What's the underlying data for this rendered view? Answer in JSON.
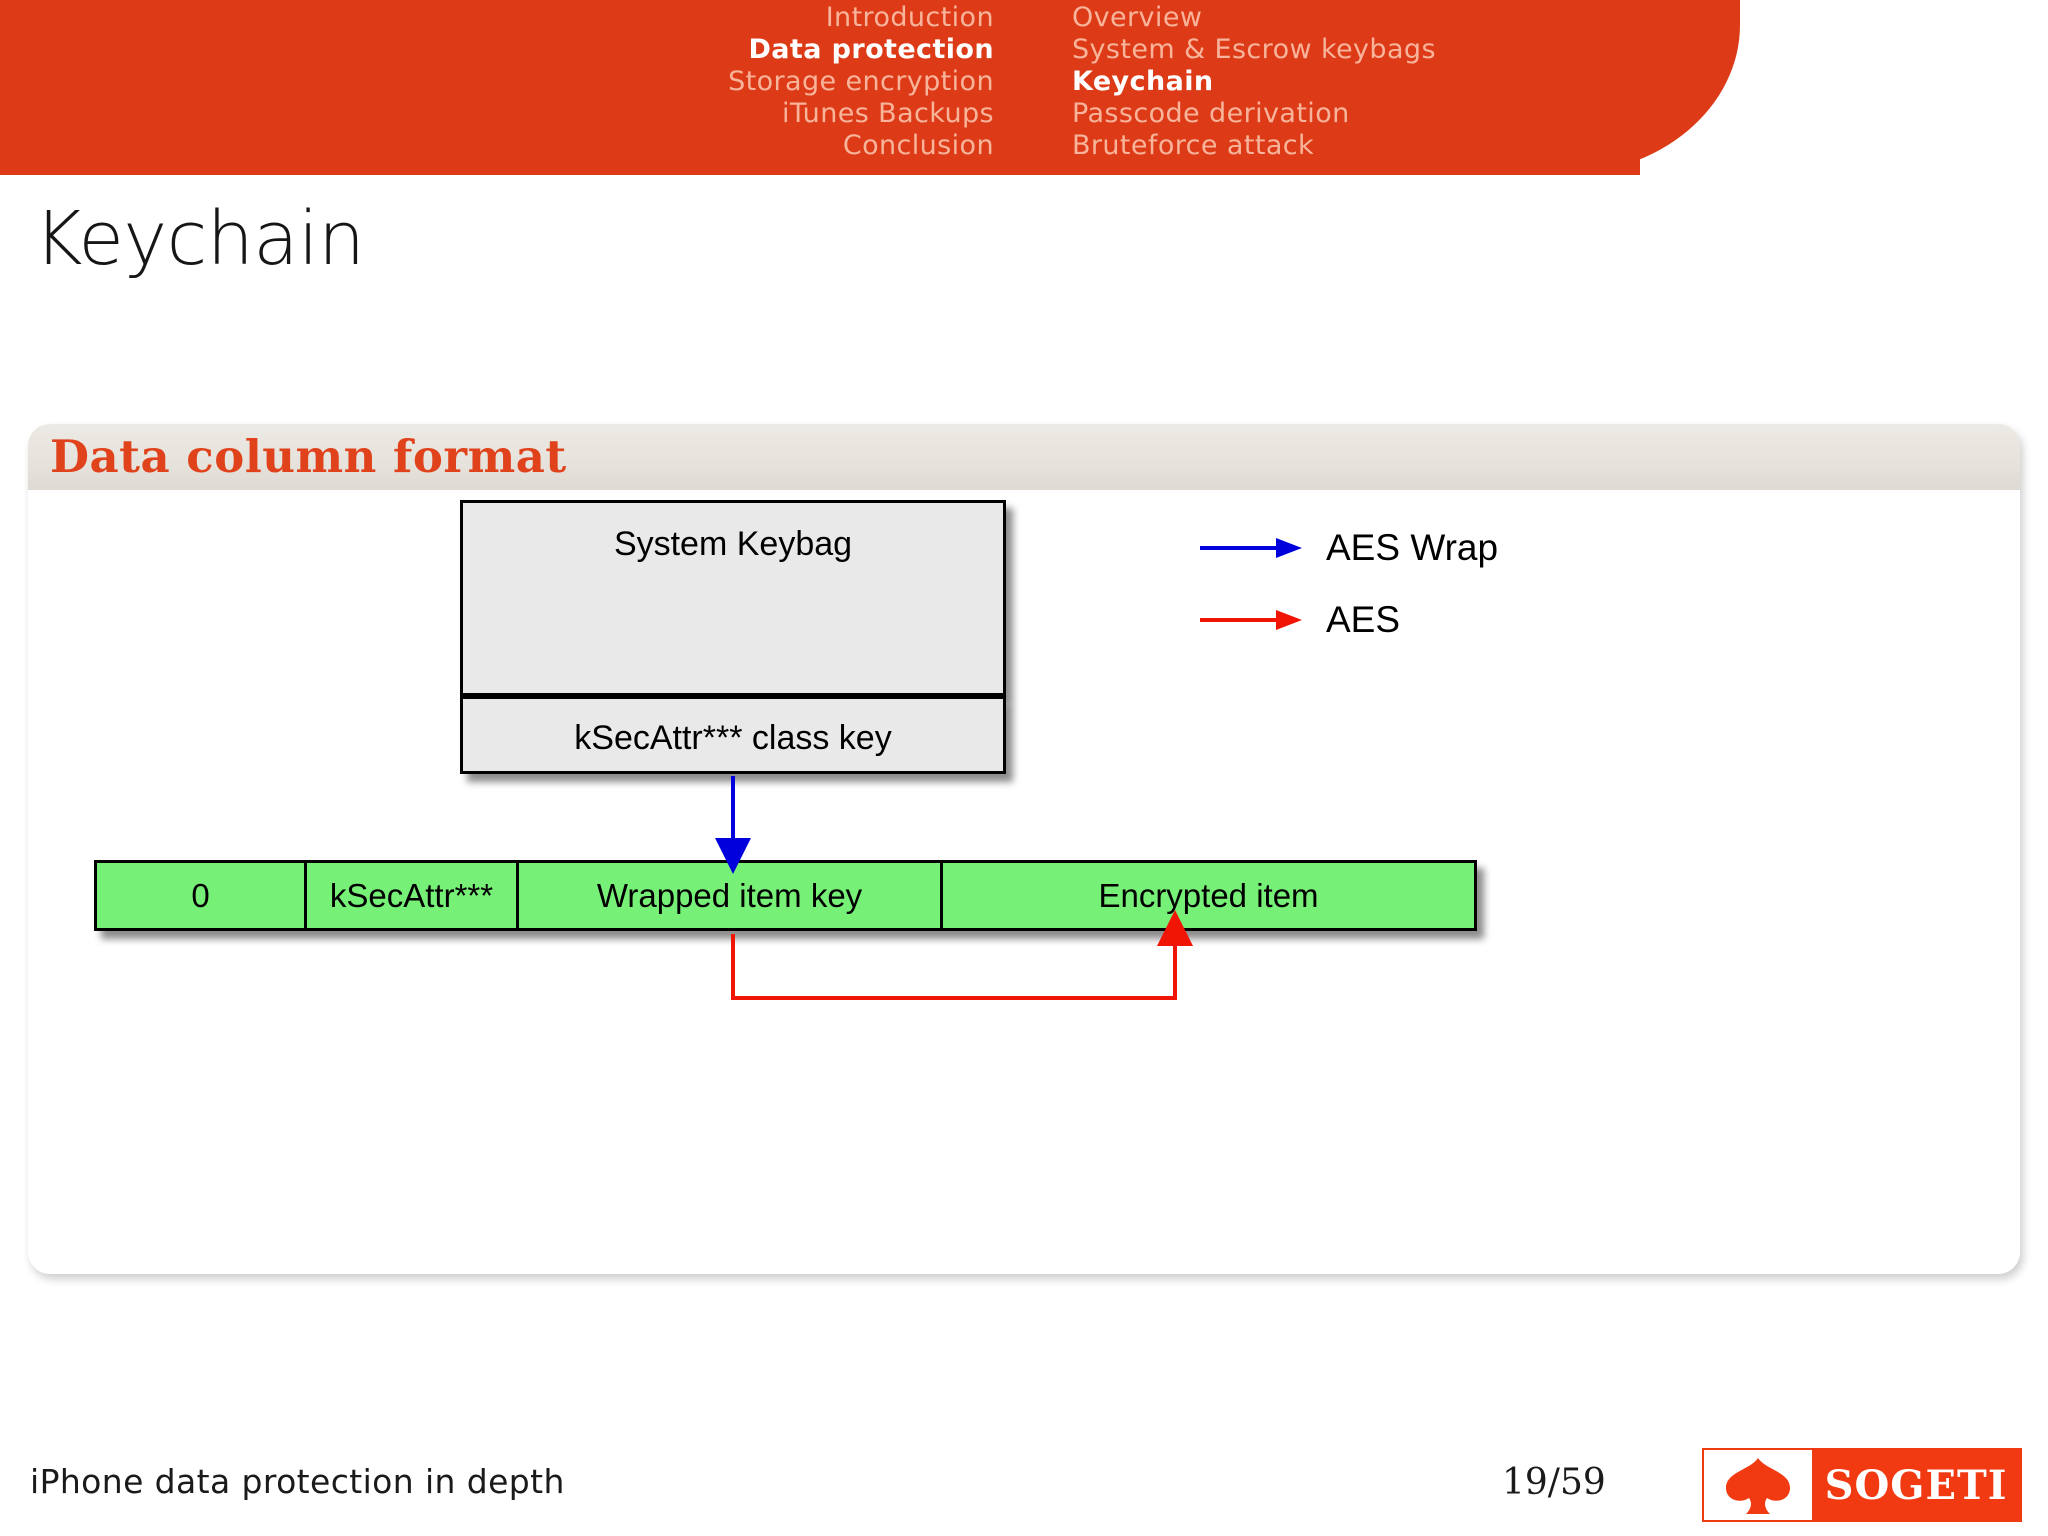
{
  "nav": {
    "sections": [
      {
        "label": "Introduction",
        "active": false
      },
      {
        "label": "Data protection",
        "active": true
      },
      {
        "label": "Storage encryption",
        "active": false
      },
      {
        "label": "iTunes Backups",
        "active": false
      },
      {
        "label": "Conclusion",
        "active": false
      }
    ],
    "subsections": [
      {
        "label": "Overview",
        "active": false
      },
      {
        "label": "System & Escrow keybags",
        "active": false
      },
      {
        "label": "Keychain",
        "active": true
      },
      {
        "label": "Passcode derivation",
        "active": false
      },
      {
        "label": "Bruteforce attack",
        "active": false
      }
    ]
  },
  "slide": {
    "title": "Keychain",
    "block_title": "Data column format"
  },
  "diagram": {
    "keybag_box": {
      "header": "System Keybag",
      "class_key": "kSecAttr*** class key"
    },
    "data_row": {
      "cells": [
        {
          "label": "0"
        },
        {
          "label": "kSecAttr***"
        },
        {
          "label": "Wrapped item key"
        },
        {
          "label": "Encrypted item"
        }
      ]
    },
    "legend": [
      {
        "label": "AES Wrap",
        "color": "#0000DD",
        "icon": "arrow-right-icon"
      },
      {
        "label": "AES",
        "color": "#F01505",
        "icon": "arrow-right-icon"
      }
    ],
    "arrows": [
      {
        "name": "aes-wrap-arrow",
        "color": "#0000DD",
        "from": "kSecAttr*** class key",
        "to": "Wrapped item key"
      },
      {
        "name": "aes-arrow",
        "color": "#F01505",
        "from": "Wrapped item key",
        "to": "Encrypted item"
      }
    ]
  },
  "footer": {
    "title": "iPhone data protection in depth",
    "page": "19/59",
    "logo_text": "SOGETI"
  },
  "colors": {
    "brand_red": "#DD3A17",
    "nav_inactive": "#F8B49A",
    "nav_active": "#FFFFFF",
    "block_title_red": "#E0421C",
    "block_header_bg": "#E6E2DC",
    "box_fill": "#E9E9E9",
    "data_cell_green": "#77F077",
    "aes_wrap_blue": "#0000DD",
    "aes_red": "#F01505"
  }
}
